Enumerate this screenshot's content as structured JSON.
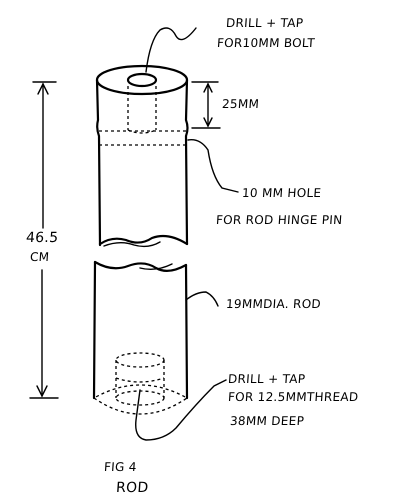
{
  "labels": {
    "drill_tap_top_line1": "DRILL + TAP",
    "drill_tap_top_line2": "FOR10MM BOLT",
    "dim_25": "25MM",
    "hole_line1": "10 MM HOLE",
    "hole_line2": "FOR ROD HINGE PIN",
    "length_value": "46.5",
    "length_unit": "CM",
    "rod_dia": "19MMDIA. ROD",
    "drill_tap_bottom_line1": "DRILL + TAP",
    "drill_tap_bottom_line2": "FOR 12.5MMTHREAD",
    "depth": "38MM DEEP",
    "fig_number": "FIG 4",
    "fig_name": "ROD"
  }
}
